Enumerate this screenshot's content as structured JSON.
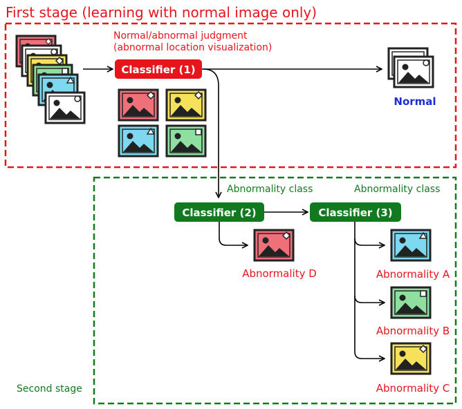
{
  "title": "First stage (learning with normal image only)",
  "first_stage": {
    "judgment_line1": "Normal/abnormal judgment",
    "judgment_line2": "(abnormal location visualization)",
    "classifier1": "Classifier (1)",
    "normal_label": "Normal"
  },
  "second_stage": {
    "label": "Second stage",
    "class_label_1": "Abnormality class",
    "class_label_2": "Abnormality class",
    "classifier2": "Classifier (2)",
    "classifier3": "Classifier (3)",
    "abnormality_d": "Abnormality D",
    "abnormality_a": "Abnormality A",
    "abnormality_b": "Abnormality B",
    "abnormality_c": "Abnormality C"
  },
  "colors": {
    "red": "#e8141c",
    "green": "#127a1e",
    "blue": "#1f2bd6",
    "img_red": "#f0707a",
    "img_yellow": "#f5e25a",
    "img_green": "#8fe0a0",
    "img_cyan": "#7ed8f0",
    "img_white": "#ffffff"
  },
  "icons": {
    "image_icon": "image-icon",
    "arrow": "arrow-icon"
  }
}
